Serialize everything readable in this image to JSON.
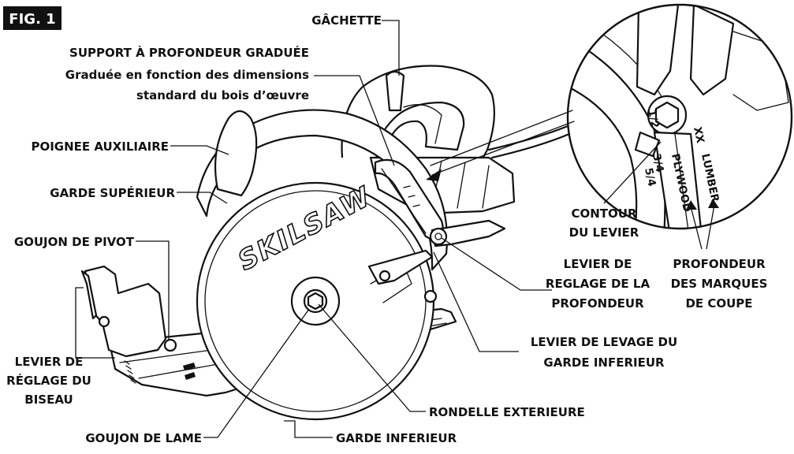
{
  "figure": {
    "label": "FIG. 1"
  },
  "brand": {
    "logo_text": "SKILSAW"
  },
  "labels": {
    "gachette": "GÂCHETTE",
    "support_line1": "SUPPORT À PROFONDEUR GRADUÉE",
    "support_line2": "Graduée en fonction des dimensions",
    "support_line3": "standard du bois d’œuvre",
    "poignee": "POIGNEE AUXILIAIRE",
    "garde_sup": "GARDE SUPÉRIEUR",
    "goujon_pivot": "GOUJON DE PIVOT",
    "biseau_line1": "LEVIER DE",
    "biseau_line2": "RÉGLAGE DU",
    "biseau_line3": "BISEAU",
    "goujon_lame": "GOUJON DE LAME",
    "garde_inf": "GARDE INFERIEUR",
    "rondelle": "RONDELLE EXTERIEURE",
    "levage_line1": "LEVIER DE LEVAGE DU",
    "levage_line2": "GARDE INFERIEUR",
    "reglage_line1": "LEVIER DE",
    "reglage_line2": "REGLAGE DE LA",
    "reglage_line3": "PROFONDEUR",
    "contour_line1": "CONTOUR",
    "contour_line2": "DU LEVIER",
    "marques_line1": "PROFONDEUR",
    "marques_line2": "DES MARQUES",
    "marques_line3": "DE COUPE"
  },
  "depth_scale": {
    "marks": [
      "1/2",
      "3/4",
      "5/4",
      "PLYWOOD",
      "LUMBER",
      "XX"
    ]
  }
}
